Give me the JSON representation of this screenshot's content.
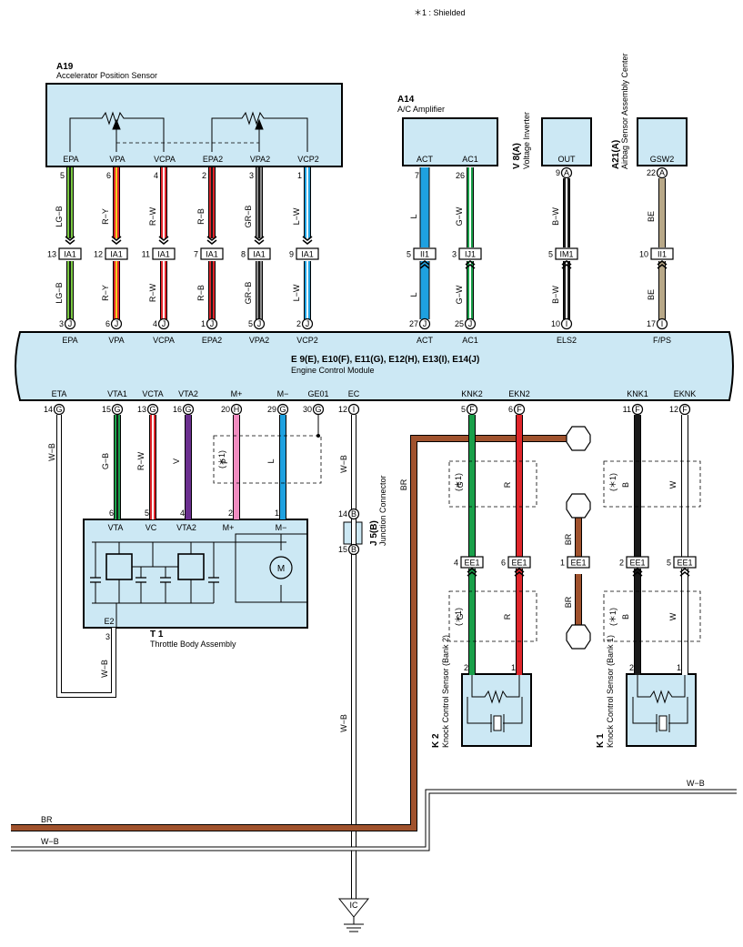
{
  "note": "＊1 : Shielded",
  "shield_mark": "(＊1)",
  "colors": {
    "box_fill": "#cce8f4",
    "BR": "#a0522d",
    "G": "#1aa04a",
    "R": "#e0262b",
    "B": "#1a1a1a",
    "W": "#ffffff",
    "L": "#1ea1e0",
    "P": "#f08cc0",
    "V": "#6b2f8f",
    "Y": "#f4d21e",
    "GR": "#8c8c8c",
    "BE": "#b8a888"
  },
  "components": {
    "a19": {
      "id": "A19",
      "name": "Accelerator Position Sensor",
      "pins": [
        "EPA",
        "VPA",
        "VCPA",
        "EPA2",
        "VPA2",
        "VCP2"
      ],
      "nums": [
        "5",
        "6",
        "4",
        "2",
        "3",
        "1"
      ]
    },
    "a14": {
      "id": "A14",
      "name": "A/C Amplifier",
      "pins": [
        "ACT",
        "AC1"
      ],
      "nums": [
        "7",
        "26"
      ]
    },
    "v8": {
      "id": "V 8(A)",
      "name": "Voltage Inverter",
      "pin": "OUT",
      "num": "9",
      "conn": "A"
    },
    "a21": {
      "id": "A21(A)",
      "name": "Airbag Sensor Assembly Center",
      "pin": "GSW2",
      "num": "22",
      "conn": "A"
    },
    "ecm": {
      "ids": "E 9(E), E10(F), E11(G), E12(H), E13(I), E14(J)",
      "name": "Engine Control Module",
      "top_pins": [
        "EPA",
        "VPA",
        "VCPA",
        "EPA2",
        "VPA2",
        "VCP2",
        "ACT",
        "AC1",
        "ELS2",
        "F/PS"
      ],
      "top_nums": [
        "3",
        "6",
        "4",
        "1",
        "5",
        "2",
        "27",
        "25",
        "10",
        "17"
      ],
      "top_conn": [
        "J",
        "J",
        "J",
        "J",
        "J",
        "J",
        "J",
        "J",
        "I",
        "I"
      ],
      "bottom_pins": [
        "ETA",
        "VTA1",
        "VCTA",
        "VTA2",
        "M+",
        "M−",
        "GE01",
        "EC",
        "KNK2",
        "EKN2",
        "KNK1",
        "EKNK"
      ],
      "bottom_nums": [
        "14",
        "15",
        "13",
        "16",
        "20",
        "29",
        "30",
        "12",
        "5",
        "6",
        "11",
        "12"
      ],
      "bottom_conn": [
        "G",
        "G",
        "G",
        "G",
        "H",
        "G",
        "G",
        "I",
        "F",
        "F",
        "F",
        "F"
      ]
    },
    "t1": {
      "id": "T 1",
      "name": "Throttle Body Assembly",
      "pins": [
        "VTA",
        "VC",
        "VTA2",
        "M+",
        "M−",
        "E2"
      ],
      "nums": [
        "6",
        "5",
        "4",
        "2",
        "1",
        "3"
      ],
      "motor": "M"
    },
    "j5": {
      "id": "J 5(B)",
      "name": "Junction Connector",
      "top": "14",
      "bottom": "15",
      "conn": "B"
    },
    "k2": {
      "id": "K 2",
      "name": "Knock Control Sensor (Bank 2)",
      "nums": [
        "2",
        "1"
      ]
    },
    "k1": {
      "id": "K 1",
      "name": "Knock Control Sensor (Bank 1)",
      "nums": [
        "2",
        "1"
      ]
    },
    "ground": {
      "label": "IC"
    }
  },
  "connectors": {
    "ia1": {
      "label": "IA1",
      "nums": [
        "13",
        "12",
        "11",
        "7",
        "8",
        "9"
      ]
    },
    "ii1a": {
      "label": "II1",
      "num": "5"
    },
    "ij1": {
      "label": "IJ1",
      "num": "3"
    },
    "im1": {
      "label": "IM1",
      "num": "5"
    },
    "ii1b": {
      "label": "II1",
      "num": "10"
    },
    "ee1": {
      "label": "EE1",
      "nums": [
        "4",
        "6",
        "1",
        "2",
        "5"
      ]
    }
  },
  "wires": {
    "a19": [
      "LG−B",
      "R−Y",
      "R−W",
      "R−B",
      "GR−B",
      "L−W"
    ],
    "act": "L",
    "ac1": "G−W",
    "els2": "B−W",
    "fps": "BE",
    "eta": "W−B",
    "vta1": "G−B",
    "vcta": "R−W",
    "vta2": "V",
    "mplus": "P",
    "mminus": "L",
    "ec": "W−B",
    "br": "BR",
    "knk2": "G",
    "ekn2": "R",
    "knk1": "B",
    "eknk": "W",
    "wb": "W−B"
  }
}
